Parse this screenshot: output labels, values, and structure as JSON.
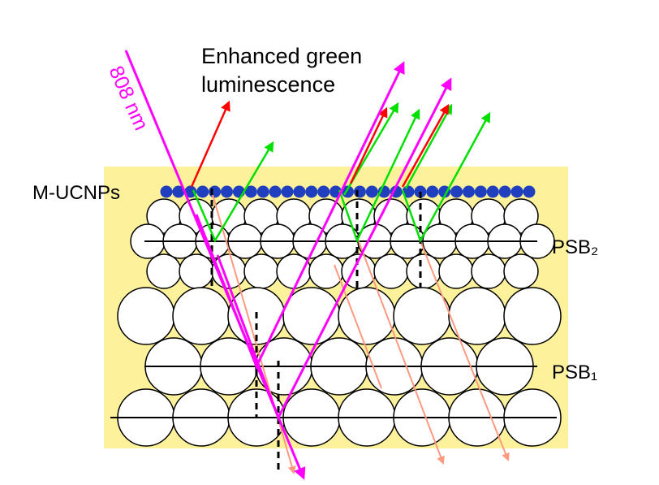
{
  "labels": {
    "title_line1": "Enhanced green",
    "title_line2": "luminescence",
    "laser": "808 nm",
    "mucnps": "M-UCNPs",
    "psb2": "PSB₂",
    "psb1": "PSB₁"
  },
  "colors": {
    "background": "#ffffff",
    "photonic_crystal": "#fdf29b",
    "sphere_fill": "#ffffff",
    "sphere_stroke": "#000000",
    "nanoparticles": "#1f3fbf",
    "excitation_laser": "#ff00ff",
    "green_emission": "#00e000",
    "red_emission": "#ff0000",
    "transmitted_emission": "#ff9a80"
  }
}
